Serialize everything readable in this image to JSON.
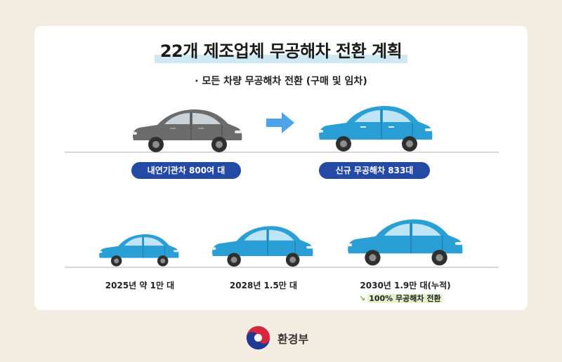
{
  "title": "22개 제조업체 무공해차 전환 계획",
  "subtitle": "· 모든 차량 무공해차 전환 (구매 및 임차)",
  "top": {
    "before_label": "내연기관차 800여 대",
    "after_label": "신규 무공해차 833대"
  },
  "timeline": [
    {
      "caption": "2025년 약 1만 대"
    },
    {
      "caption": "2028년 1.5만 대"
    },
    {
      "caption": "2030년 1.9만 대(누적)"
    }
  ],
  "note": {
    "arrow": "↘",
    "text": "100% 무공해차 전환"
  },
  "footer": {
    "org": "환경부"
  },
  "colors": {
    "gray_car": "#6b6b6b",
    "blue_car": "#2a9fd6",
    "pill_bg": "#244aa5",
    "arrow": "#4da3ea",
    "background": "#f3ece1"
  }
}
